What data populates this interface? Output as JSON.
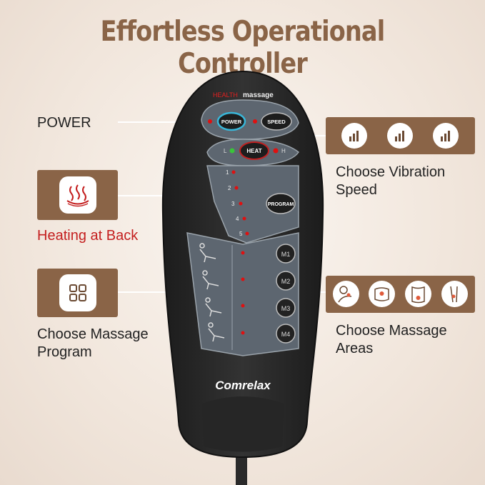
{
  "title": "Effortless Operational Controller",
  "labels": {
    "power": "POWER",
    "heating_line1": "Heating at Back",
    "vibration_line1": "Choose Vibration",
    "vibration_line2": "Speed",
    "program_line1": "Choose Massage",
    "program_line2": "Program",
    "areas_line1": "Choose Massage",
    "areas_line2": "Areas"
  },
  "remote": {
    "brand_health": "HEALTH",
    "brand_massage": "massage",
    "btn_power": "POWER",
    "btn_speed": "SPEED",
    "btn_heat": "HEAT",
    "heat_low": "L",
    "heat_high": "H",
    "btn_program": "PROGRAM",
    "program_numbers": [
      "1",
      "2",
      "3",
      "4",
      "5"
    ],
    "modes": [
      "M1",
      "M2",
      "M3",
      "M4"
    ],
    "logo": "Comrelax"
  },
  "icons": {
    "heat": "heat-waves-icon",
    "vibration": "signal-bars-icon",
    "program": "grid-icon",
    "areas": [
      "neck-icon",
      "back-icon",
      "waist-icon",
      "leg-icon"
    ]
  },
  "colors": {
    "brand_brown": "#8a6447",
    "led_red": "#e01010",
    "led_green": "#3ac43a",
    "remote_body": "#2b2b2b",
    "remote_panel": "#5d6670",
    "heating_text": "#c41f1f"
  }
}
